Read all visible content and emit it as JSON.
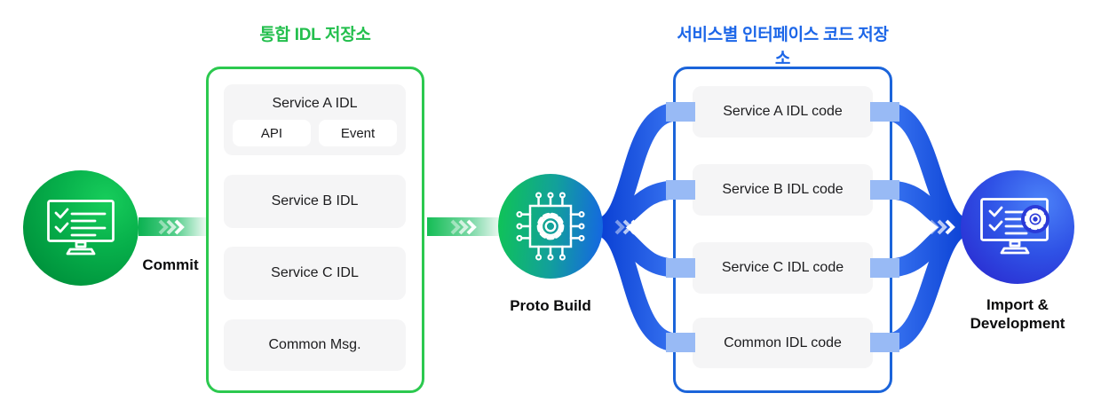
{
  "idl_repo": {
    "title": "통합 IDL 저장소",
    "items": [
      {
        "label": "Service A IDL",
        "children": [
          "API",
          "Event"
        ]
      },
      {
        "label": "Service B IDL"
      },
      {
        "label": "Service C IDL"
      },
      {
        "label": "Common Msg."
      }
    ]
  },
  "code_repo": {
    "title": "서비스별 인터페이스 코드 저장소",
    "items": [
      {
        "label": "Service A IDL code"
      },
      {
        "label": "Service B IDL code"
      },
      {
        "label": "Service C IDL code"
      },
      {
        "label": "Common IDL code"
      }
    ]
  },
  "nodes": {
    "commit": {
      "label": "Commit",
      "icon": "monitor-checklist-icon"
    },
    "proto_build": {
      "label": "Proto Build",
      "icon": "chip-gear-icon"
    },
    "import_dev": {
      "line1": "Import &",
      "line2": "Development",
      "icon": "monitor-gear-icon"
    }
  },
  "colors": {
    "green_accent": "#2cc94f",
    "green_title": "#23bf4d",
    "blue_accent": "#1b64da",
    "blue_title": "#1c66e8",
    "ribbon_dark": "#0a40d4",
    "ribbon_light": "#3c78f3",
    "connector_stub": "#98baf5",
    "row_background": "#f5f5f6"
  }
}
